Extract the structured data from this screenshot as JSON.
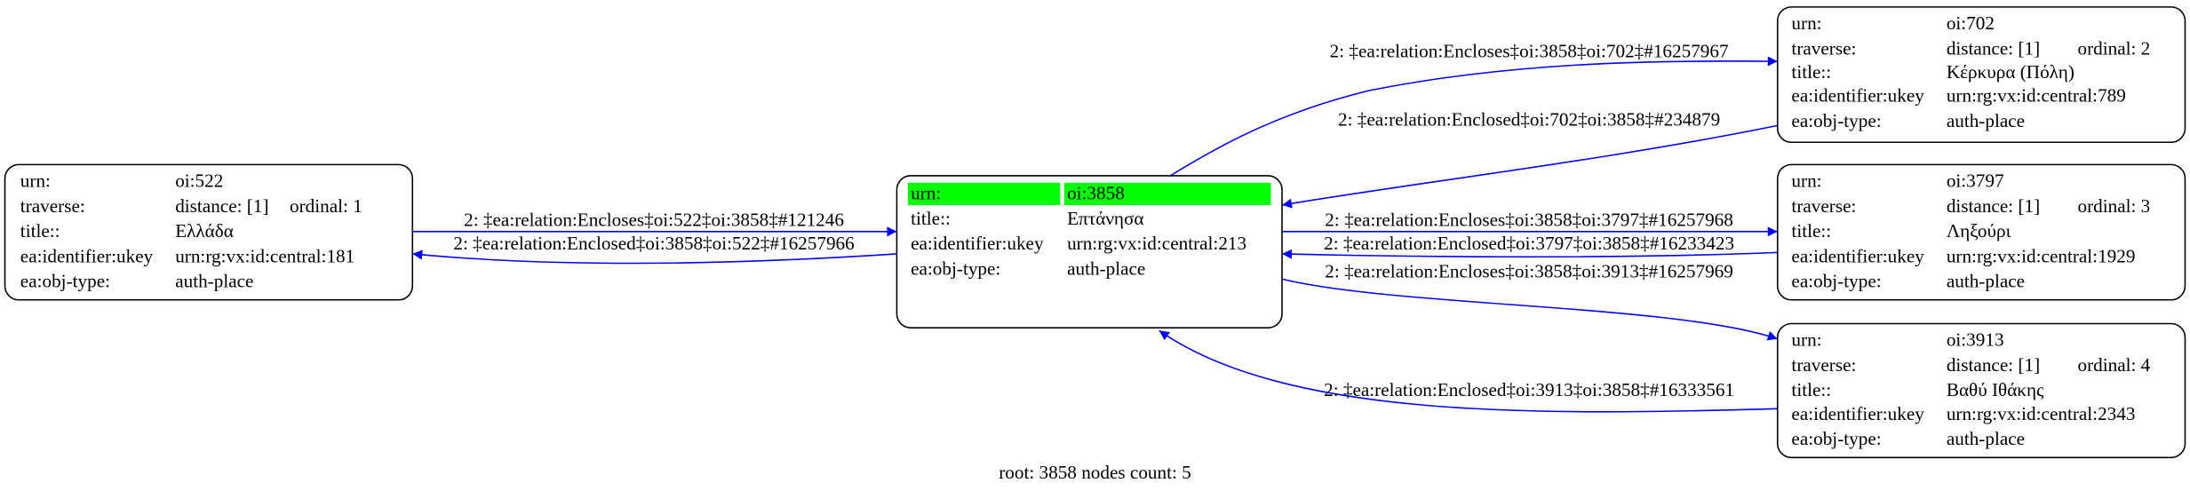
{
  "nodes": [
    {
      "id": "522",
      "rows": [
        [
          "urn:",
          "oi:522",
          ""
        ],
        [
          "traverse:",
          "distance: [1]",
          "ordinal: 1"
        ],
        [
          "title::",
          "Ελλάδα",
          ""
        ],
        [
          "ea:identifier:ukey",
          "urn:rg:vx:id:central:181",
          ""
        ],
        [
          "ea:obj-type:",
          "auth-place",
          ""
        ]
      ]
    },
    {
      "id": "3858",
      "root": true,
      "rows": [
        [
          "urn:",
          "oi:3858",
          ""
        ],
        [
          "title::",
          "Επτάνησα",
          ""
        ],
        [
          "ea:identifier:ukey",
          "urn:rg:vx:id:central:213",
          ""
        ],
        [
          "ea:obj-type:",
          "auth-place",
          ""
        ]
      ]
    },
    {
      "id": "702",
      "rows": [
        [
          "urn:",
          "oi:702",
          ""
        ],
        [
          "traverse:",
          "distance: [1]",
          "ordinal: 2"
        ],
        [
          "title::",
          "Κέρκυρα (Πόλη)",
          ""
        ],
        [
          "ea:identifier:ukey",
          "urn:rg:vx:id:central:789",
          ""
        ],
        [
          "ea:obj-type:",
          "auth-place",
          ""
        ]
      ]
    },
    {
      "id": "3797",
      "rows": [
        [
          "urn:",
          "oi:3797",
          ""
        ],
        [
          "traverse:",
          "distance: [1]",
          "ordinal: 3"
        ],
        [
          "title::",
          "Ληξούρι",
          ""
        ],
        [
          "ea:identifier:ukey",
          "urn:rg:vx:id:central:1929",
          ""
        ],
        [
          "ea:obj-type:",
          "auth-place",
          ""
        ]
      ]
    },
    {
      "id": "3913",
      "rows": [
        [
          "urn:",
          "oi:3913",
          ""
        ],
        [
          "traverse:",
          "distance: [1]",
          "ordinal: 4"
        ],
        [
          "title::",
          "Βαθύ Ιθάκης",
          ""
        ],
        [
          "ea:identifier:ukey",
          "urn:rg:vx:id:central:2343",
          ""
        ],
        [
          "ea:obj-type:",
          "auth-place",
          ""
        ]
      ]
    }
  ],
  "edges": [
    {
      "from": "522",
      "to": "3858",
      "label": "2: ‡ea:relation:Encloses‡oi:522‡oi:3858‡#121246"
    },
    {
      "from": "3858",
      "to": "522",
      "label": "2: ‡ea:relation:Enclosed‡oi:3858‡oi:522‡#16257966"
    },
    {
      "from": "3858",
      "to": "702",
      "label": "2: ‡ea:relation:Encloses‡oi:3858‡oi:702‡#16257967"
    },
    {
      "from": "702",
      "to": "3858",
      "label": "2: ‡ea:relation:Enclosed‡oi:702‡oi:3858‡#234879"
    },
    {
      "from": "3858",
      "to": "3797",
      "label": "2: ‡ea:relation:Encloses‡oi:3858‡oi:3797‡#16257968"
    },
    {
      "from": "3797",
      "to": "3858",
      "label": "2: ‡ea:relation:Enclosed‡oi:3797‡oi:3858‡#16233423"
    },
    {
      "from": "3858",
      "to": "3913",
      "label": "2: ‡ea:relation:Encloses‡oi:3858‡oi:3913‡#16257969"
    },
    {
      "from": "3913",
      "to": "3858",
      "label": "2: ‡ea:relation:Enclosed‡oi:3913‡oi:3858‡#16333561"
    }
  ],
  "caption": "root: 3858 nodes count: 5",
  "colors": {
    "edge": "#0000ff",
    "root_highlight": "#00ff00",
    "border": "#000000"
  }
}
